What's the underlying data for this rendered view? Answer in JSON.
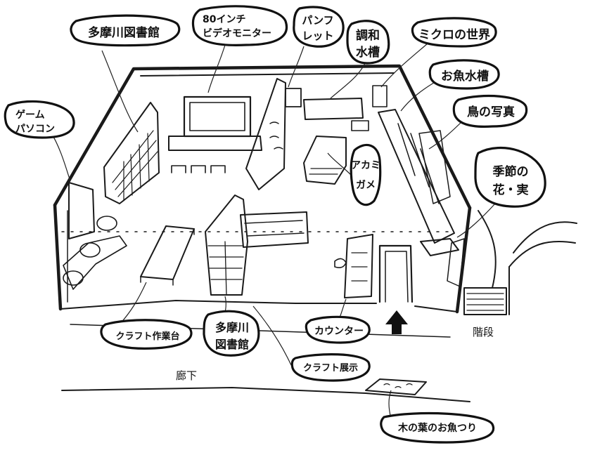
{
  "labels": {
    "library_top": "多摩川図書館",
    "monitor_1": "80インチ",
    "monitor_2": "ビデオモニター",
    "pamphlet_1": "パンフ",
    "pamphlet_2": "レット",
    "aquarium_1": "調和",
    "aquarium_2": "水槽",
    "micro": "ミクロの世界",
    "fish_tank": "お魚水槽",
    "bird_photo": "鳥の写真",
    "game_1": "ゲーム",
    "game_2": "パソコン",
    "season_1": "季節の",
    "season_2": "花・実",
    "akagame_1": "アカミ",
    "akagame_2": "ガメ",
    "craft_table": "クラフト作業台",
    "library_bottom_1": "多摩川",
    "library_bottom_2": "図書館",
    "counter": "カウンター",
    "craft_display": "クラフト展示",
    "leaf_fishing": "木の葉のお魚つり",
    "corridor": "廊下",
    "stairs": "階段"
  },
  "colors": {
    "ink": "#1a1a1a",
    "paper": "#ffffff"
  }
}
